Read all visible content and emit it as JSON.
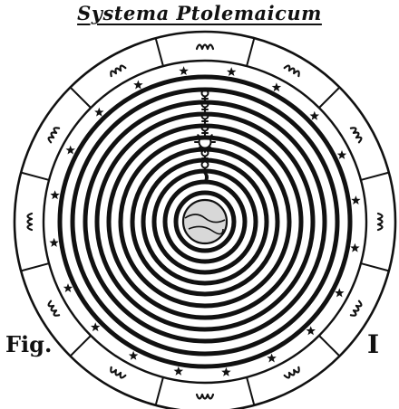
{
  "title": "Systema Ptolemaicum",
  "figure": {
    "label": "Fig.",
    "number": "I"
  },
  "colors": {
    "ink": "#111111",
    "paper": "#ffffff",
    "earth_fill": "#d8d8d8"
  },
  "zodiac_signs": [
    "aries-sign",
    "taurus-sign",
    "gemini-sign",
    "cancer-sign",
    "leo-sign",
    "virgo-sign",
    "libra-sign",
    "scorpio-sign",
    "sagittarius-sign",
    "capricorn-sign",
    "aquarius-sign",
    "pisces-sign"
  ],
  "spheres": [
    {
      "name": "moon-sphere",
      "symbol": "moon-symbol"
    },
    {
      "name": "mercury-sphere",
      "symbol": "mercury-symbol"
    },
    {
      "name": "venus-sphere",
      "symbol": "venus-symbol"
    },
    {
      "name": "sun-sphere",
      "symbol": "sun-face-icon"
    },
    {
      "name": "mars-sphere",
      "symbol": "mars-symbol"
    },
    {
      "name": "jupiter-sphere",
      "symbol": "jupiter-symbol"
    },
    {
      "name": "saturn-sphere",
      "symbol": "saturn-symbol"
    },
    {
      "name": "fixed-stars-sphere",
      "symbol": "star-icon"
    }
  ]
}
